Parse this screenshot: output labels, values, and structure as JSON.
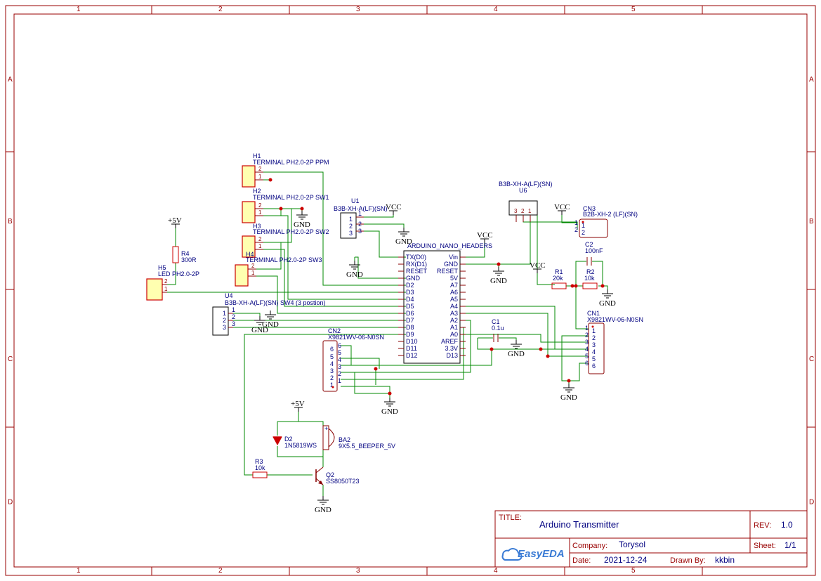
{
  "frame": {
    "col_labels": [
      "1",
      "2",
      "3",
      "4",
      "5"
    ],
    "row_labels": [
      "A",
      "B",
      "C",
      "D"
    ]
  },
  "title_block": {
    "title_label": "TITLE:",
    "title": "Arduino Transmitter",
    "rev_label": "REV:",
    "rev": "1.0",
    "company_label": "Company:",
    "company": "Torysol",
    "sheet_label": "Sheet:",
    "sheet": "1/1",
    "date_label": "Date:",
    "date": "2021-12-24",
    "drawn_label": "Drawn By:",
    "drawn_by": "kkbin",
    "logo": "EasyEDA"
  },
  "power": {
    "vcc": "VCC",
    "gnd": "GND",
    "p5v": "+5V"
  },
  "parts": {
    "h1": {
      "ref": "H1",
      "value": "TERMINAL PH2.0-2P PPM"
    },
    "h2": {
      "ref": "H2",
      "value": "TERMINAL PH2.0-2P SW1"
    },
    "h3": {
      "ref": "H3",
      "value": "TERMINAL PH2.0-2P SW2"
    },
    "h4": {
      "ref": "H4",
      "value": "TERMINAL PH2.0-2P SW3"
    },
    "h5": {
      "ref": "H5",
      "value": "LED PH2.0-2P"
    },
    "r4": {
      "ref": "R4",
      "value": "300R"
    },
    "u1": {
      "ref": "U1",
      "value": "B3B-XH-A(LF)(SN)"
    },
    "u4": {
      "ref": "U4",
      "value": "B3B-XH-A(LF)(SN) SW4 (3 postion)"
    },
    "u6": {
      "ref": "U6",
      "value": "B3B-XH-A(LF)(SN)"
    },
    "cn3": {
      "ref": "CN3",
      "value": "B2B-XH-2 (LF)(SN)"
    },
    "c2": {
      "ref": "C2",
      "value": "100nF"
    },
    "r1": {
      "ref": "R1",
      "value": "20k"
    },
    "r2": {
      "ref": "R2",
      "value": "10k"
    },
    "c1": {
      "ref": "C1",
      "value": "0.1u"
    },
    "cn1": {
      "ref": "CN1",
      "value": "X9821WV-06-N0SN"
    },
    "cn2": {
      "ref": "CN2",
      "value": "X9821WV-06-N0SN"
    },
    "d2": {
      "ref": "D2",
      "value": "1N5819WS"
    },
    "ba2": {
      "ref": "BA2",
      "value": "9X5.5_BEEPER_5V"
    },
    "r3": {
      "ref": "R3",
      "value": "10k"
    },
    "q2": {
      "ref": "Q2",
      "value": "SS8050T23"
    },
    "nano": {
      "name": "ARDUINO_NANO_HEADERS",
      "left_pins": [
        "TX(D0)",
        "RX(D1)",
        "RESET",
        "GND",
        "D2",
        "D3",
        "D4",
        "D5",
        "D6",
        "D7",
        "D8",
        "D9",
        "D10",
        "D11",
        "D12"
      ],
      "right_pins": [
        "Vin",
        "GND",
        "RESET",
        "5V",
        "A7",
        "A6",
        "A5",
        "A4",
        "A3",
        "A2",
        "A1",
        "A0",
        "AREF",
        "3.3V",
        "D13"
      ]
    }
  }
}
